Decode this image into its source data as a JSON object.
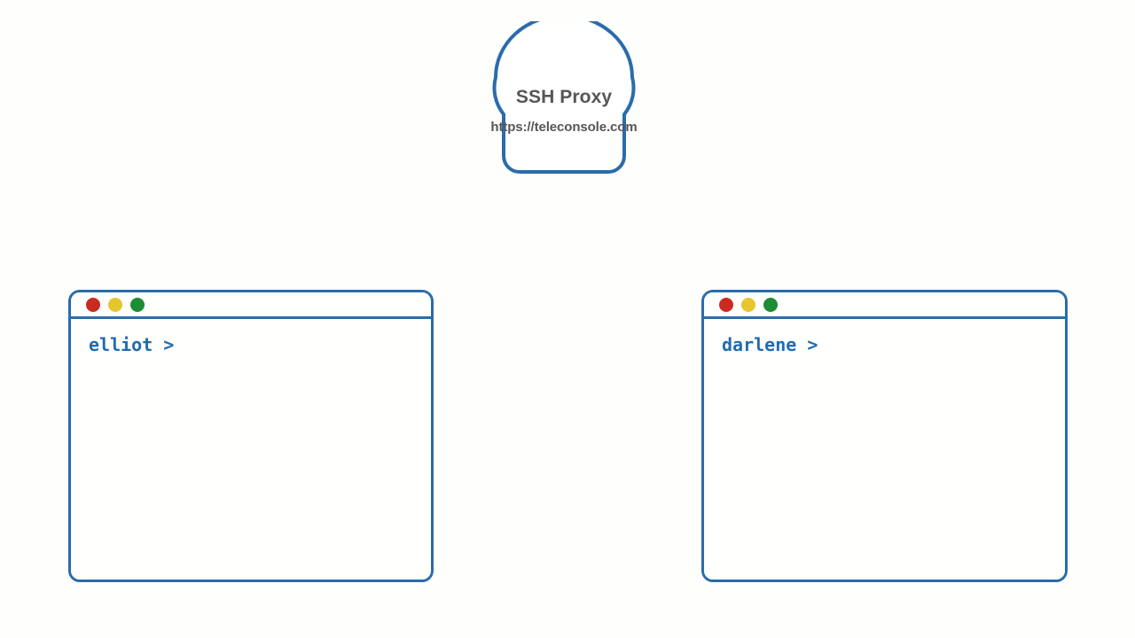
{
  "page": {
    "background_color": "#fefefd",
    "accent_color": "#2a6cab",
    "text_color": "#565656",
    "prompt_color": "#1f6cb0"
  },
  "cloud": {
    "icon": "cloud-shape",
    "title": "SSH Proxy",
    "url": "https://teleconsole.com",
    "stroke_color": "#2a6cab"
  },
  "terminals": [
    {
      "id": "left",
      "window_controls": [
        {
          "name": "close-button",
          "color": "#cb2a20"
        },
        {
          "name": "minimize-button",
          "color": "#e6c62e"
        },
        {
          "name": "maximize-button",
          "color": "#1e8c32"
        }
      ],
      "prompt": "elliot >",
      "user": "elliot"
    },
    {
      "id": "right",
      "window_controls": [
        {
          "name": "close-button",
          "color": "#cb2a20"
        },
        {
          "name": "minimize-button",
          "color": "#e6c62e"
        },
        {
          "name": "maximize-button",
          "color": "#1e8c32"
        }
      ],
      "prompt": "darlene >",
      "user": "darlene"
    }
  ]
}
